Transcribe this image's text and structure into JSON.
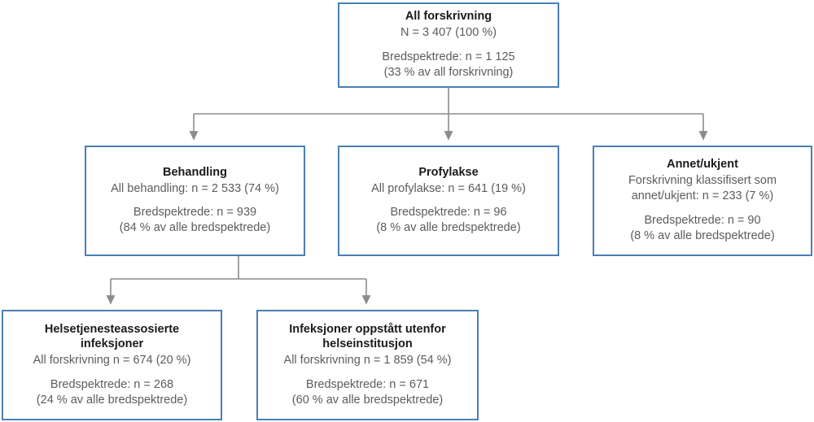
{
  "diagram": {
    "type": "flowchart",
    "orientation": "top-down",
    "colors": {
      "box_border": "#4a7fb5",
      "connector": "#8c8c8c",
      "title_text": "#1a1a1a",
      "body_text": "#5c5c5c",
      "background": "#ffffff"
    }
  },
  "nodes": {
    "all_forskrivning": {
      "title": "All forskrivning",
      "line1": "N = 3 407 (100 %)",
      "line2": "Bredspektrede: n = 1 125",
      "line3": "(33 % av all forskrivning)"
    },
    "behandling": {
      "title": "Behandling",
      "line1": "All behandling: n = 2 533 (74 %)",
      "line2": "Bredspektrede: n = 939",
      "line3": "(84 % av alle bredspektrede)"
    },
    "profylakse": {
      "title": "Profylakse",
      "line1": "All profylakse: n = 641 (19 %)",
      "line2": "Bredspektrede: n = 96",
      "line3": "(8 % av alle bredspektrede)"
    },
    "annet_ukjent": {
      "title": "Annet/ukjent",
      "line1": "Forskrivning klassifisert som",
      "line1b": "annet/ukjent: n = 233 (7 %)",
      "line2": "Bredspektrede: n = 90",
      "line3": "(8 % av alle bredspektrede)"
    },
    "helsetjenesteassosierte": {
      "title": "Helsetjenesteassosierte",
      "title2": "infeksjoner",
      "line1": "All forskrivning n = 674 (20 %)",
      "line2": "Bredspektrede: n = 268",
      "line3": "(24 % av alle bredspektrede)"
    },
    "utenfor_helseinstitusjon": {
      "title": "Infeksjoner oppstått utenfor",
      "title2": "helseinstitusjon",
      "line1": "All forskrivning n = 1 859 (54 %)",
      "line2": "Bredspektrede: n = 671",
      "line3": "(60 % av alle bredspektrede)"
    }
  },
  "chart_data": {
    "type": "table",
    "title": "All forskrivning",
    "categories": [
      "All forskrivning",
      "Behandling",
      "Profylakse",
      "Annet/ukjent",
      "Helsetjenesteassosierte infeksjoner",
      "Infeksjoner oppstått utenfor helseinstitusjon"
    ],
    "series": [
      {
        "name": "All forskrivning (n)",
        "values": [
          3407,
          2533,
          641,
          233,
          674,
          1859
        ]
      },
      {
        "name": "Andel av all forskrivning (%)",
        "values": [
          100,
          74,
          19,
          7,
          20,
          54
        ]
      },
      {
        "name": "Bredspektrede (n)",
        "values": [
          1125,
          939,
          96,
          90,
          268,
          671
        ]
      },
      {
        "name": "Andel av alle bredspektrede (%)",
        "values": [
          33,
          84,
          8,
          8,
          24,
          60
        ]
      }
    ],
    "edges": [
      [
        "All forskrivning",
        "Behandling"
      ],
      [
        "All forskrivning",
        "Profylakse"
      ],
      [
        "All forskrivning",
        "Annet/ukjent"
      ],
      [
        "Behandling",
        "Helsetjenesteassosierte infeksjoner"
      ],
      [
        "Behandling",
        "Infeksjoner oppstått utenfor helseinstitusjon"
      ]
    ]
  }
}
